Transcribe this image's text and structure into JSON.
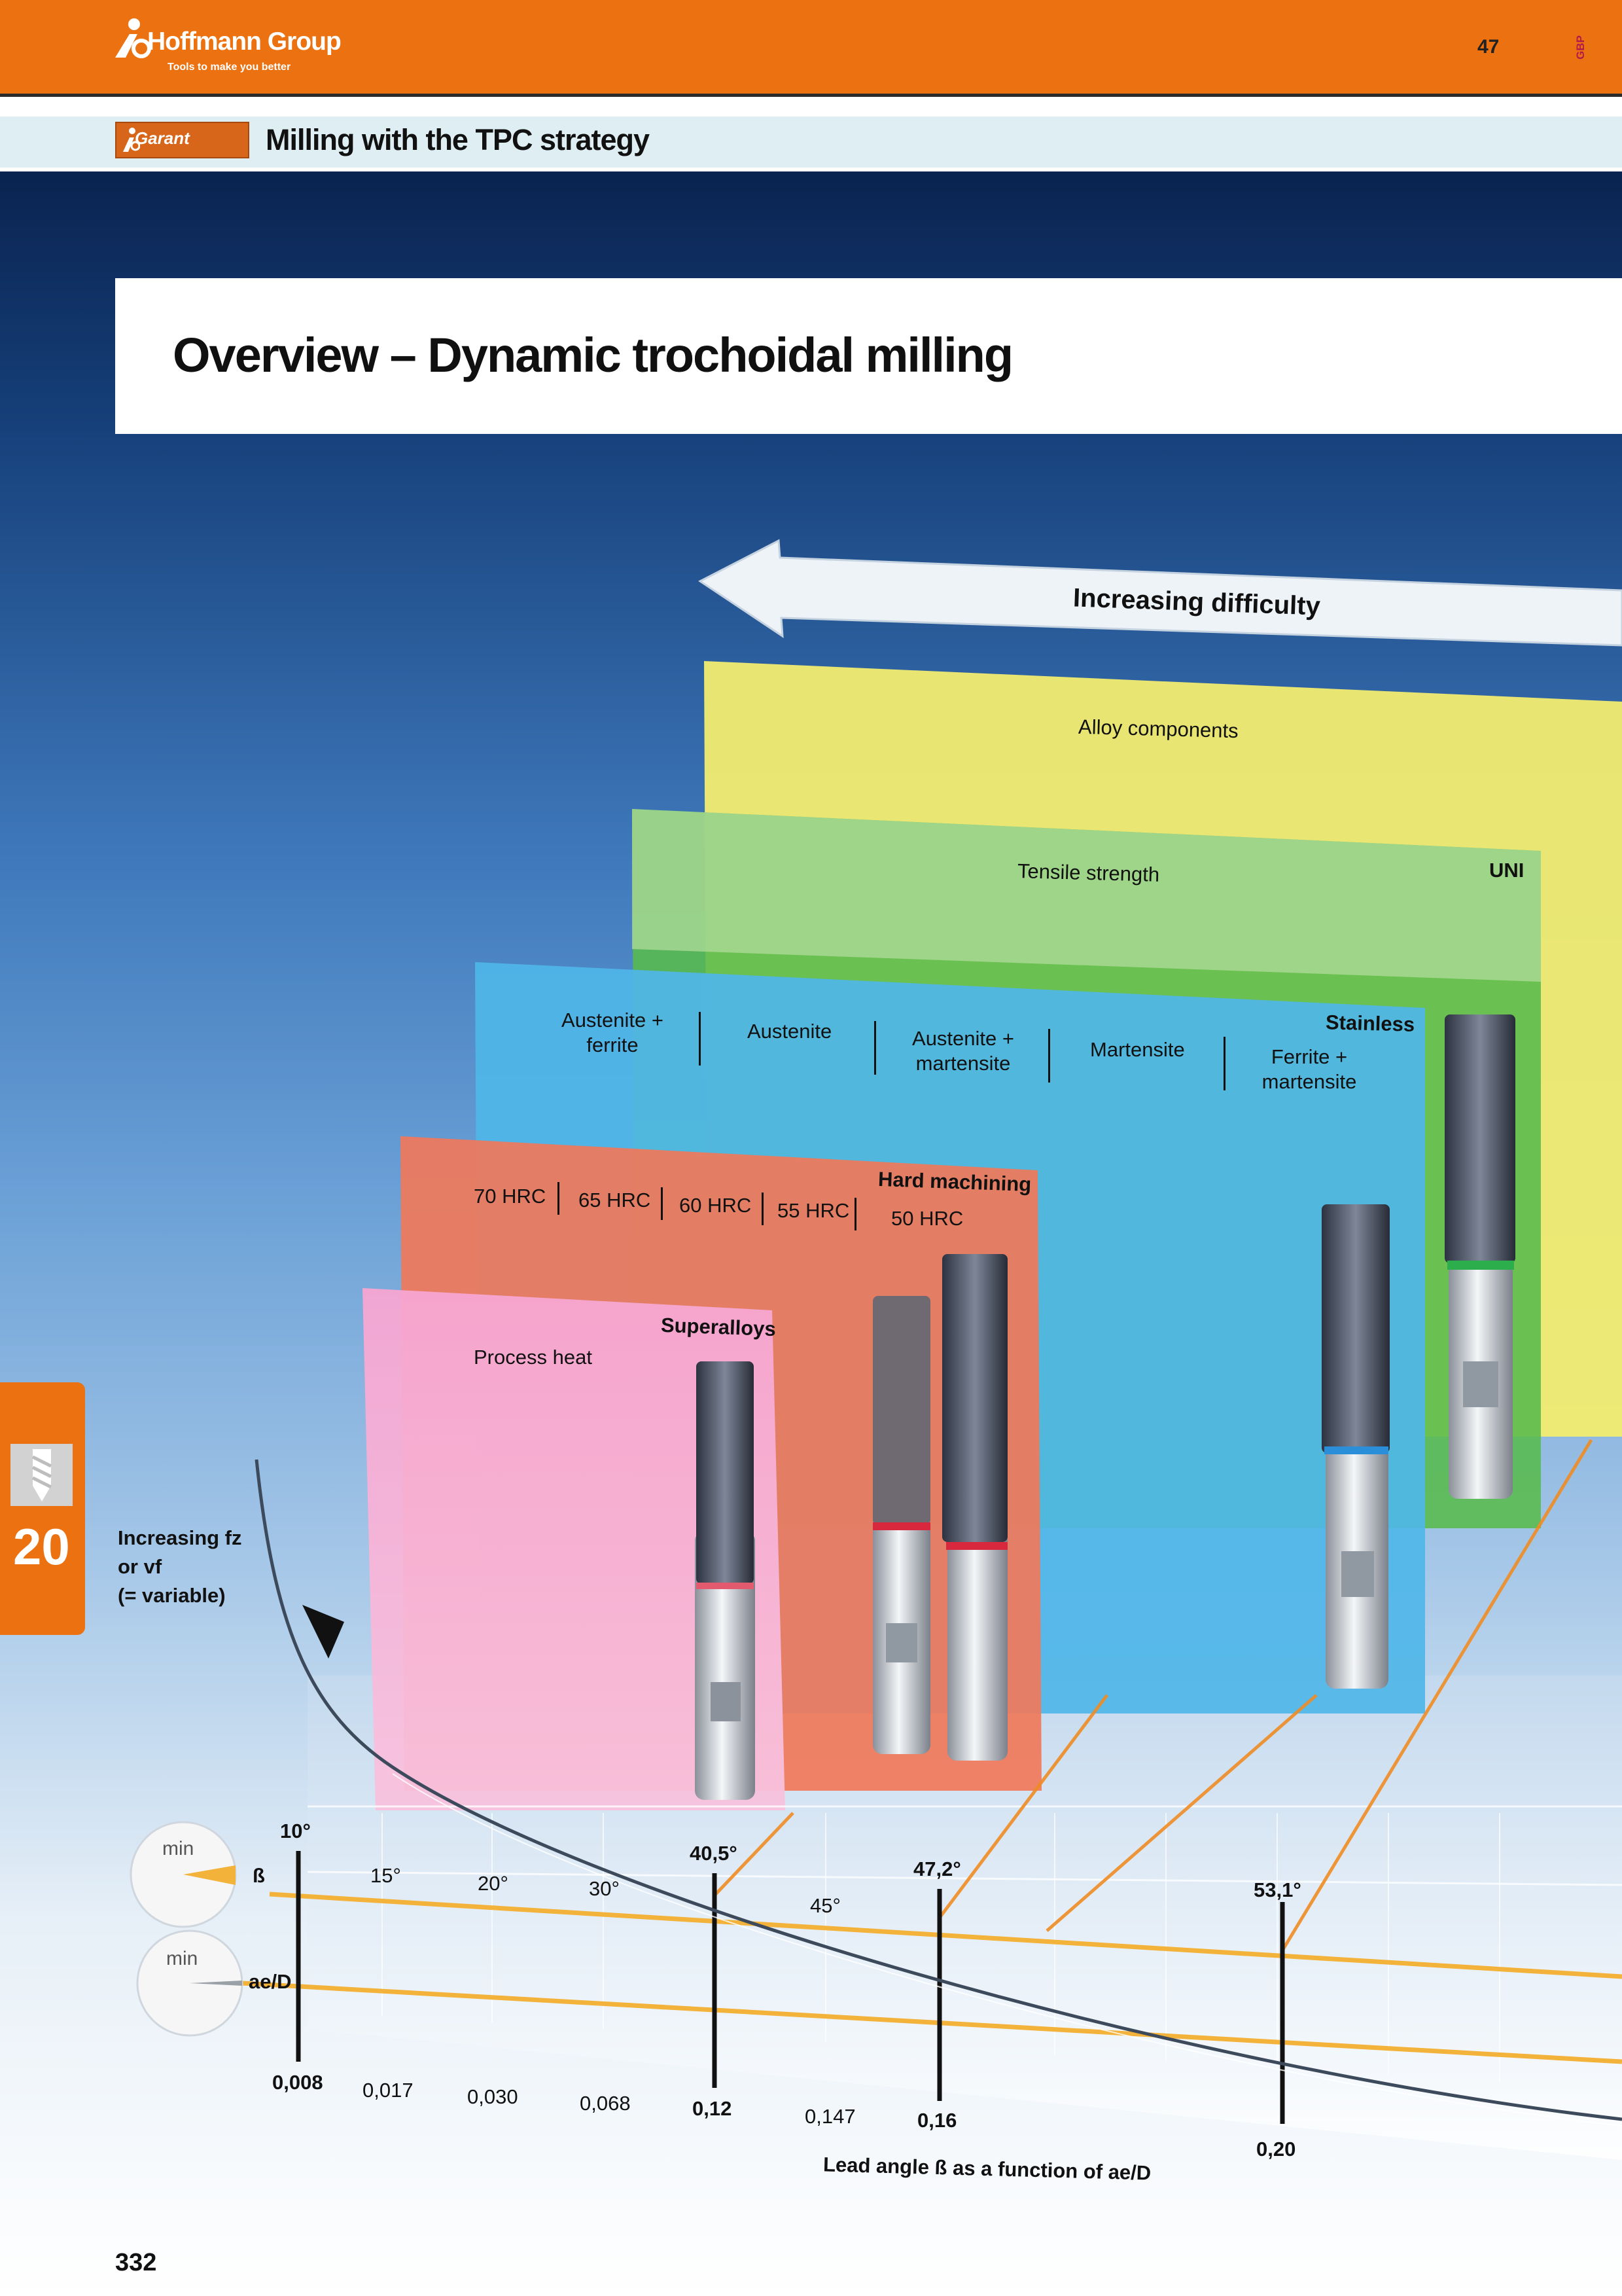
{
  "header": {
    "brand": "Hoffmann Group",
    "tagline": "Tools to make you better",
    "page_number": "47",
    "language_code": "GBP"
  },
  "subheader": {
    "badge": "Garant",
    "title": "Milling with the TPC strategy"
  },
  "main_title": "Overview – Dynamic trochoidal milling",
  "difficulty_arrow": "Increasing difficulty",
  "panels": {
    "uni": {
      "name": "UNI",
      "top_text": "Alloy components",
      "mid_text": "Tensile strength",
      "color": "#f2eb6c"
    },
    "stainless": {
      "name": "Stainless",
      "color": "#4fb4e6",
      "categories": [
        "Austenite + ferrite",
        "Austenite",
        "Austenite + martensite",
        "Martensite",
        "Ferrite + martensite"
      ]
    },
    "hard": {
      "name": "Hard machining",
      "color": "#f07a5e",
      "categories": [
        "70 HRC",
        "65 HRC",
        "60 HRC",
        "55 HRC",
        "50 HRC"
      ]
    },
    "superalloys": {
      "name": "Superalloys",
      "text": "Process heat",
      "color": "#f4a3cf"
    },
    "uni_green": {
      "color": "#4cb848"
    }
  },
  "chapter": {
    "number": "20"
  },
  "axis": {
    "fz_label": [
      "Increasing fz",
      "or vf",
      "(= variable)"
    ],
    "beta_symbol": "ß",
    "aeD_symbol": "ae/D",
    "min_label": "min",
    "beta_angles": [
      "10°",
      "15°",
      "20°",
      "30°",
      "40,5°",
      "45°",
      "47,2°",
      "53,1°"
    ],
    "aeD_values": [
      "0,008",
      "0,017",
      "0,030",
      "0,068",
      "0,12",
      "0,147",
      "0,16",
      "0,20"
    ],
    "caption": "Lead angle ß as a function of ae/D"
  },
  "footer": {
    "page_number": "332"
  }
}
